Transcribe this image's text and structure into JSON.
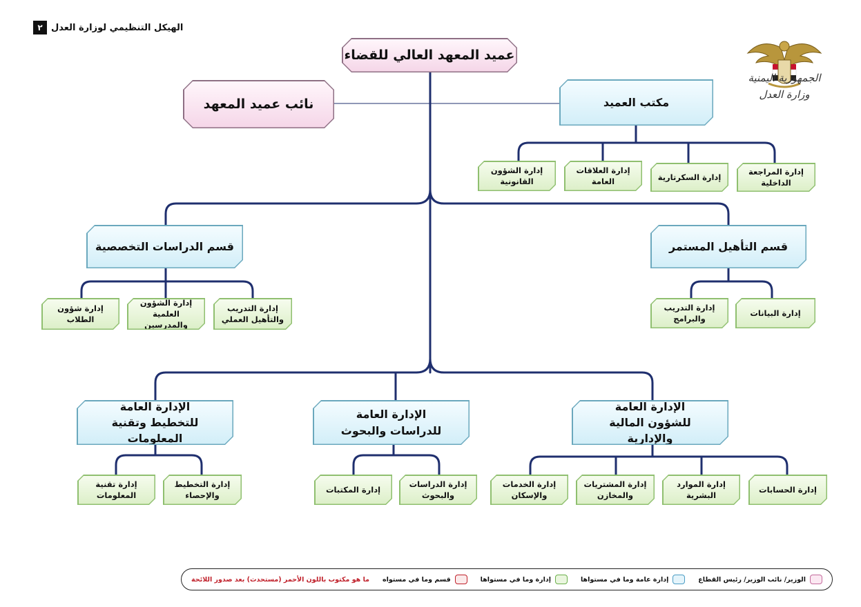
{
  "header": {
    "title": "الهيكل التنظيمي لوزارة العدل",
    "page_number": "٢"
  },
  "emblem": {
    "line1": "الجمهورية اليمنية",
    "line2": "وزارة العدل"
  },
  "chart": {
    "root": "عميد المعهد العالي للقضاء",
    "deputy": "نائب عميد المعهد",
    "dean_office": {
      "title": "مكتب العميد",
      "children": [
        "إدارة المراجعة الداخلية",
        "إدارة السكرتارية",
        "إدارة العلاقات العامة",
        "إدارة الشؤون القانونية"
      ]
    },
    "continuing_ed": {
      "title": "قسم التأهيل المستمر",
      "children": [
        "إدارة البيانات",
        "إدارة التدريب والبرامج"
      ]
    },
    "specialized": {
      "title": "قسم الدراسات التخصصية",
      "children": [
        "إدارة التدريب والتأهيل العملي",
        "إدارة الشؤون العلمية والمدرسين",
        "إدارة شؤون الطلاب"
      ]
    },
    "finance": {
      "title": "الإدارة العامة للشؤون المالية والإدارية",
      "children": [
        "إدارة الحسابات",
        "إدارة الموارد البشرية",
        "إدارة المشتريات والمخازن",
        "إدارة الخدمات والإسكان"
      ]
    },
    "research": {
      "title": "الإدارة العامة للدراسات والبحوث",
      "children": [
        "إدارة الدراسات والبحوث",
        "إدارة المكتبات"
      ]
    },
    "planning": {
      "title": "الإدارة العامة للتخطيط وتقنية المعلومات",
      "children": [
        "إدارة التخطيط والإحصاء",
        "إدارة تقنية المعلومات"
      ]
    }
  },
  "legend": {
    "items": [
      {
        "label": "الوزير/ نائب الوزير/ رئيس القطاع",
        "color": "#c46a9c"
      },
      {
        "label": "إدارة عامة وما في مستواها",
        "color": "#4a9cc4"
      },
      {
        "label": "إدارة وما في مستواها",
        "color": "#6ab04a"
      },
      {
        "label": "قسم وما في مستواه",
        "color": "#c0202a"
      }
    ],
    "note": "ما هو مكتوب باللون الأحمر (مستحدث) بعد صدور اللائحة"
  },
  "colors": {
    "line": "#1f2f6e",
    "pink_border": "#8e6f84",
    "blue_border": "#6aa8bd",
    "green_border": "#8fbf6f"
  }
}
